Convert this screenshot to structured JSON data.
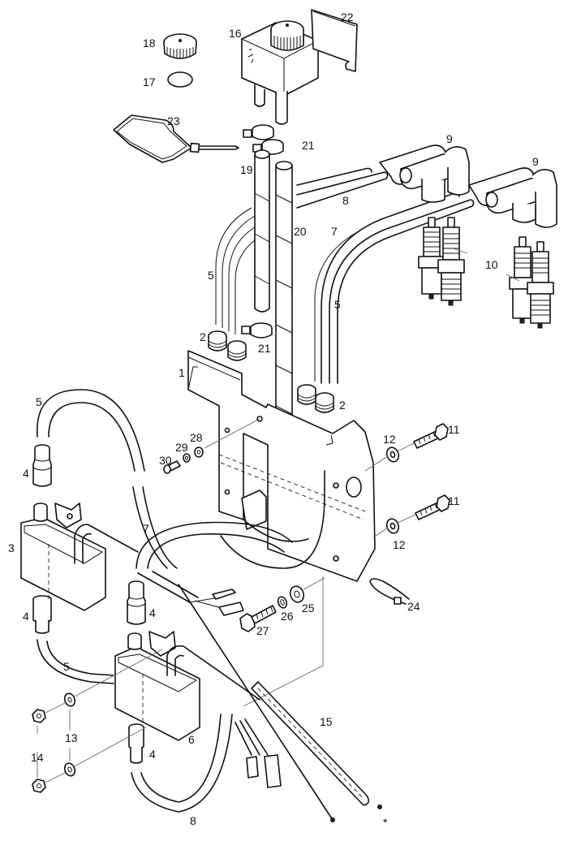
{
  "diagram": {
    "type": "exploded-parts-diagram",
    "subject": "Ignition coils, spark plug leads and oil reservoir assembly",
    "callouts": [
      {
        "id": "1",
        "label": "1",
        "part": "bracket plate"
      },
      {
        "id": "2a",
        "label": "2",
        "part": "grommet (upper)"
      },
      {
        "id": "2b",
        "label": "2",
        "part": "grommet (lower)"
      },
      {
        "id": "3",
        "label": "3",
        "part": "ignition coil (upper)"
      },
      {
        "id": "4a",
        "label": "4",
        "part": "lead connector cap (upper left)"
      },
      {
        "id": "4b",
        "label": "4",
        "part": "lead connector cap (centre)"
      },
      {
        "id": "4c",
        "label": "4",
        "part": "lead connector cap (lower left)"
      },
      {
        "id": "4d",
        "label": "4",
        "part": "lead connector cap (bottom)"
      },
      {
        "id": "5a",
        "label": "5",
        "part": "HT lead (left loop)"
      },
      {
        "id": "5b",
        "label": "5",
        "part": "HT lead (upper left)"
      },
      {
        "id": "5c",
        "label": "5",
        "part": "HT lead (upper right)"
      },
      {
        "id": "5d",
        "label": "5",
        "part": "HT lead (lower coil)"
      },
      {
        "id": "6",
        "label": "6",
        "part": "ignition coil (lower)"
      },
      {
        "id": "7a",
        "label": "7",
        "part": "HT lead (upper)"
      },
      {
        "id": "7b",
        "label": "7",
        "part": "HT lead (middle)"
      },
      {
        "id": "8a",
        "label": "8",
        "part": "HT lead (upper)"
      },
      {
        "id": "8b",
        "label": "8",
        "part": "HT lead (bottom)"
      },
      {
        "id": "9a",
        "label": "9",
        "part": "spark plug cap (rear)"
      },
      {
        "id": "9b",
        "label": "9",
        "part": "spark plug cap (front)"
      },
      {
        "id": "10",
        "label": "10",
        "part": "spark plugs"
      },
      {
        "id": "11a",
        "label": "11",
        "part": "bolt (upper)"
      },
      {
        "id": "11b",
        "label": "11",
        "part": "bolt (lower)"
      },
      {
        "id": "12a",
        "label": "12",
        "part": "washer (upper)"
      },
      {
        "id": "12b",
        "label": "12",
        "part": "washer (lower)"
      },
      {
        "id": "13",
        "label": "13",
        "part": "washers"
      },
      {
        "id": "14",
        "label": "14",
        "part": "nuts"
      },
      {
        "id": "15",
        "label": "15",
        "part": "wiring harness"
      },
      {
        "id": "16",
        "label": "16",
        "part": "oil reservoir"
      },
      {
        "id": "17",
        "label": "17",
        "part": "cap seal"
      },
      {
        "id": "18",
        "label": "18",
        "part": "reservoir cap"
      },
      {
        "id": "19",
        "label": "19",
        "part": "hose"
      },
      {
        "id": "20",
        "label": "20",
        "part": "hose"
      },
      {
        "id": "21a",
        "label": "21",
        "part": "hose clip (upper)"
      },
      {
        "id": "21b",
        "label": "21",
        "part": "hose clip (lower)"
      },
      {
        "id": "22",
        "label": "22",
        "part": "reservoir bracket"
      },
      {
        "id": "23",
        "label": "23",
        "part": "strap"
      },
      {
        "id": "24",
        "label": "24",
        "part": "cable tie"
      },
      {
        "id": "25",
        "label": "25",
        "part": "washer"
      },
      {
        "id": "26",
        "label": "26",
        "part": "spring washer"
      },
      {
        "id": "27",
        "label": "27",
        "part": "bolt"
      },
      {
        "id": "28",
        "label": "28",
        "part": "washer"
      },
      {
        "id": "29",
        "label": "29",
        "part": "spring washer"
      },
      {
        "id": "30",
        "label": "30",
        "part": "screw"
      }
    ],
    "footnote_marker": "*"
  }
}
